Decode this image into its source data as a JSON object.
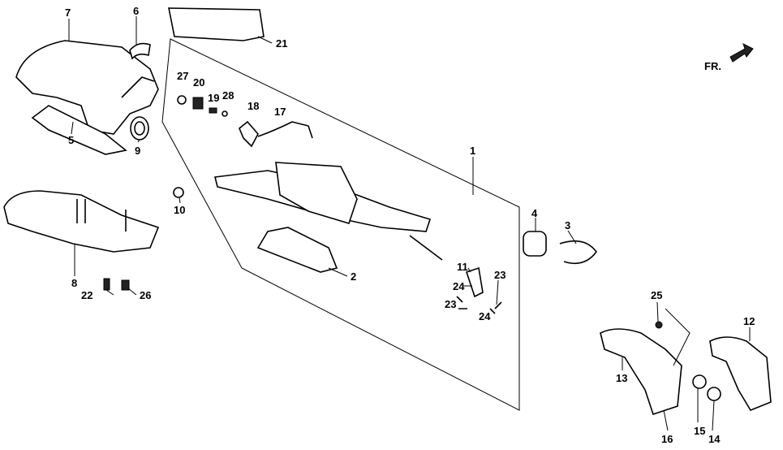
{
  "diagram": {
    "title": "Steering column exploded parts diagram",
    "front_indicator": "FR.",
    "callouts": [
      "7",
      "6",
      "21",
      "27",
      "20",
      "19",
      "28",
      "18",
      "17",
      "5",
      "9",
      "1",
      "10",
      "4",
      "3",
      "11",
      "2",
      "8",
      "23",
      "24",
      "22",
      "26",
      "23",
      "24",
      "25",
      "12",
      "13",
      "16",
      "15",
      "14"
    ]
  }
}
